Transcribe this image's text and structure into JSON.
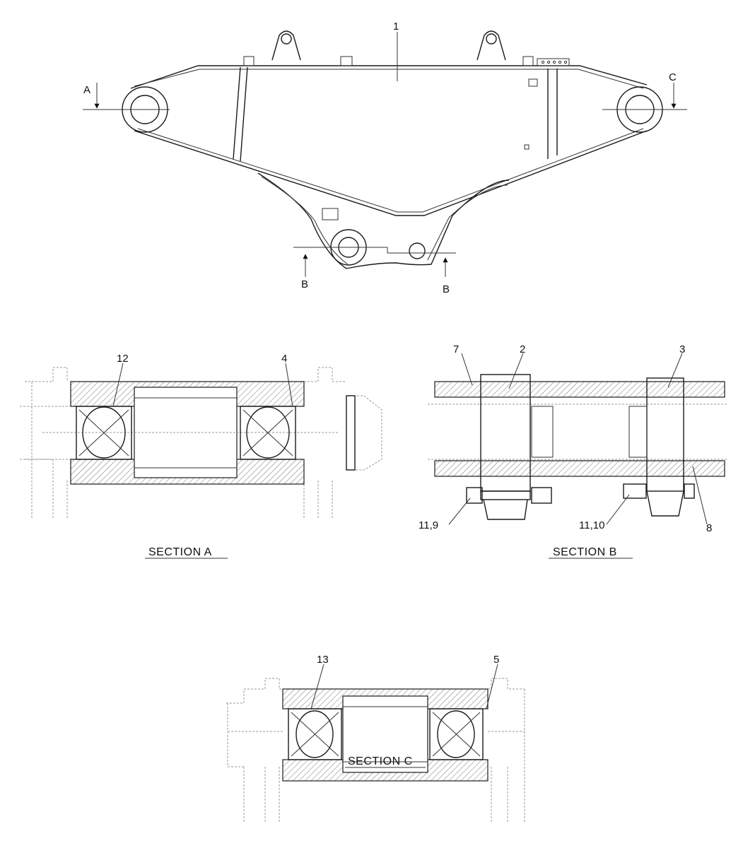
{
  "labels": {
    "part_1": "1",
    "part_2": "2",
    "part_3": "3",
    "part_4": "4",
    "part_5": "5",
    "part_7": "7",
    "part_8": "8",
    "part_11_9": "11,9",
    "part_11_10": "11,10",
    "part_12": "12",
    "part_13": "13"
  },
  "section_markers": {
    "a": "A",
    "b_left": "B",
    "b_right": "B",
    "c": "C"
  },
  "section_titles": {
    "a": "SECTION  A",
    "b": "SECTION  B",
    "c": "SECTION  C"
  }
}
